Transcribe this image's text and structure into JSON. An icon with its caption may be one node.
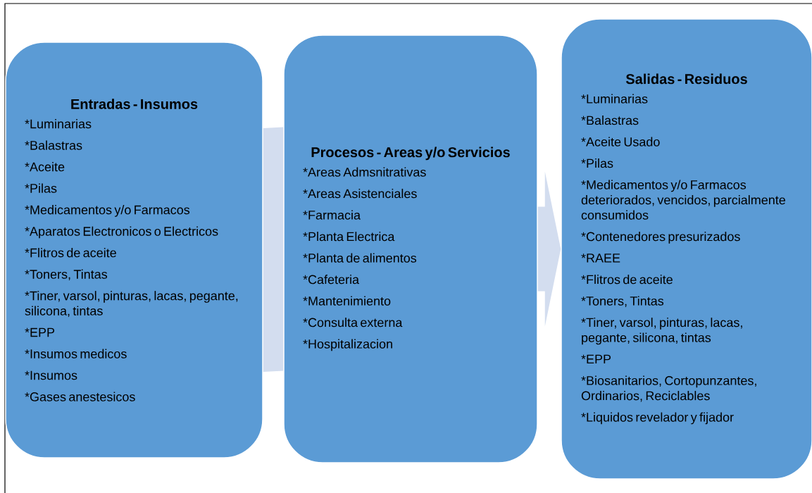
{
  "diagram": {
    "nodes": [
      {
        "text": [
          "Entradas - Insumos",
          "*Luminarias",
          "*Balastras",
          "*Aceite",
          "*Pilas",
          "*Medicamentos y/o Farmacos",
          "*Aparatos Electronicos o Electricos",
          "*Flitros de aceite",
          "*Toners, Tintas",
          "*Tiner, varsol, pinturas, lacas, pegante, silicona, tintas",
          "*EPP",
          "*Insumos medicos",
          "*Insumos",
          "*Gases anestesicos"
        ]
      },
      {
        "text": [
          "Procesos - Areas y/o Servicios",
          "*Areas Admsnitrativas",
          "*Areas Asistenciales",
          "*Farmacia",
          "*Planta Electrica",
          "*Planta de alimentos",
          "*Cafeteria",
          "*Mantenimiento",
          "*Consulta externa",
          "*Hospitalizacion"
        ]
      },
      {
        "text": [
          "Salidas - Residuos",
          "*Luminarias",
          "*Balastras",
          "*Aceite Usado",
          "*Pilas",
          "*Medicamentos y/o Farmacos deteriorados, vencidos, parcialmente consumidos",
          "*Contenedores presurizados",
          "*RAEE",
          "*Flitros de aceite",
          "*Toners, Tintas",
          "*Tiner, varsol, pinturas, lacas, pegante, silicona, tintas",
          "*EPP",
          "*Biosanitarios, Cortopunzantes, Ordinarios, Reciclables",
          "*Liquidos revelador y fijador"
        ]
      }
    ],
    "edges": [
      {
        "from": 0,
        "to": 1,
        "arrow": "none"
      },
      {
        "from": 1,
        "to": 2,
        "arrow": "to"
      }
    ]
  }
}
